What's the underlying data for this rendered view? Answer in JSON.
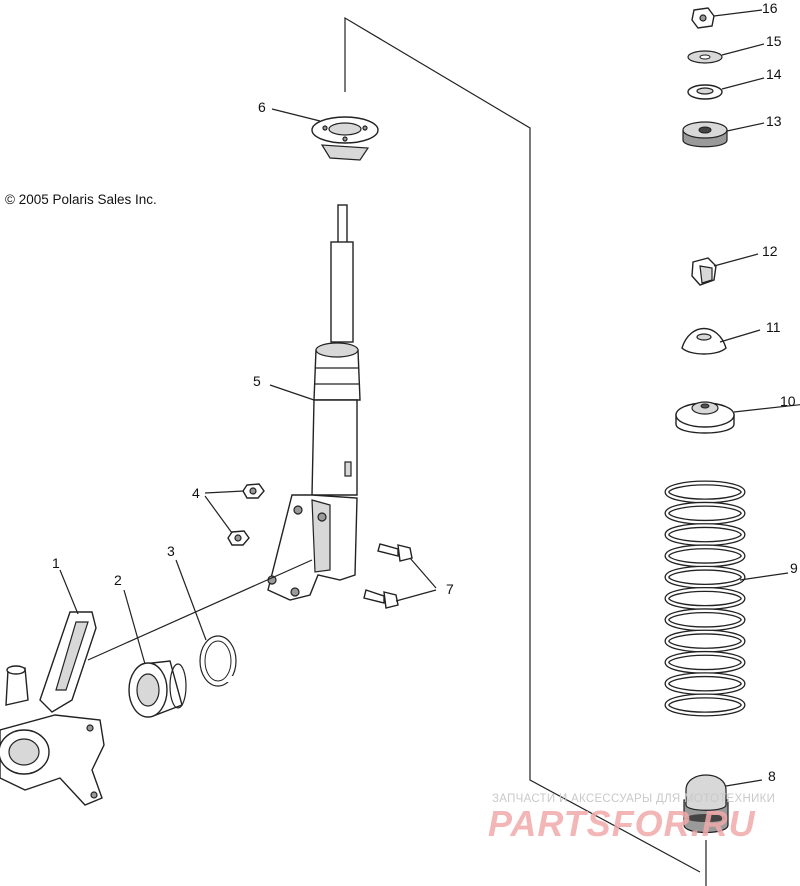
{
  "copyright": "© 2005 Polaris Sales Inc.",
  "callouts": [
    {
      "id": "1",
      "name": "callout-1"
    },
    {
      "id": "2",
      "name": "callout-2"
    },
    {
      "id": "3",
      "name": "callout-3"
    },
    {
      "id": "4",
      "name": "callout-4"
    },
    {
      "id": "5",
      "name": "callout-5"
    },
    {
      "id": "6",
      "name": "callout-6"
    },
    {
      "id": "7",
      "name": "callout-7"
    },
    {
      "id": "8",
      "name": "callout-8"
    },
    {
      "id": "9",
      "name": "callout-9"
    },
    {
      "id": "10",
      "name": "callout-10"
    },
    {
      "id": "11",
      "name": "callout-11"
    },
    {
      "id": "12",
      "name": "callout-12"
    },
    {
      "id": "13",
      "name": "callout-13"
    },
    {
      "id": "14",
      "name": "callout-14"
    },
    {
      "id": "15",
      "name": "callout-15"
    },
    {
      "id": "16",
      "name": "callout-16"
    }
  ],
  "watermark": {
    "subtitle": "ЗАПЧАСТИ И АКСЕССУАРЫ ДЛЯ МОТОТЕХНИКИ",
    "brand": "PARTSFOR.RU"
  },
  "colors": {
    "ink": "#222222",
    "watermark": "#f2aaaa"
  }
}
